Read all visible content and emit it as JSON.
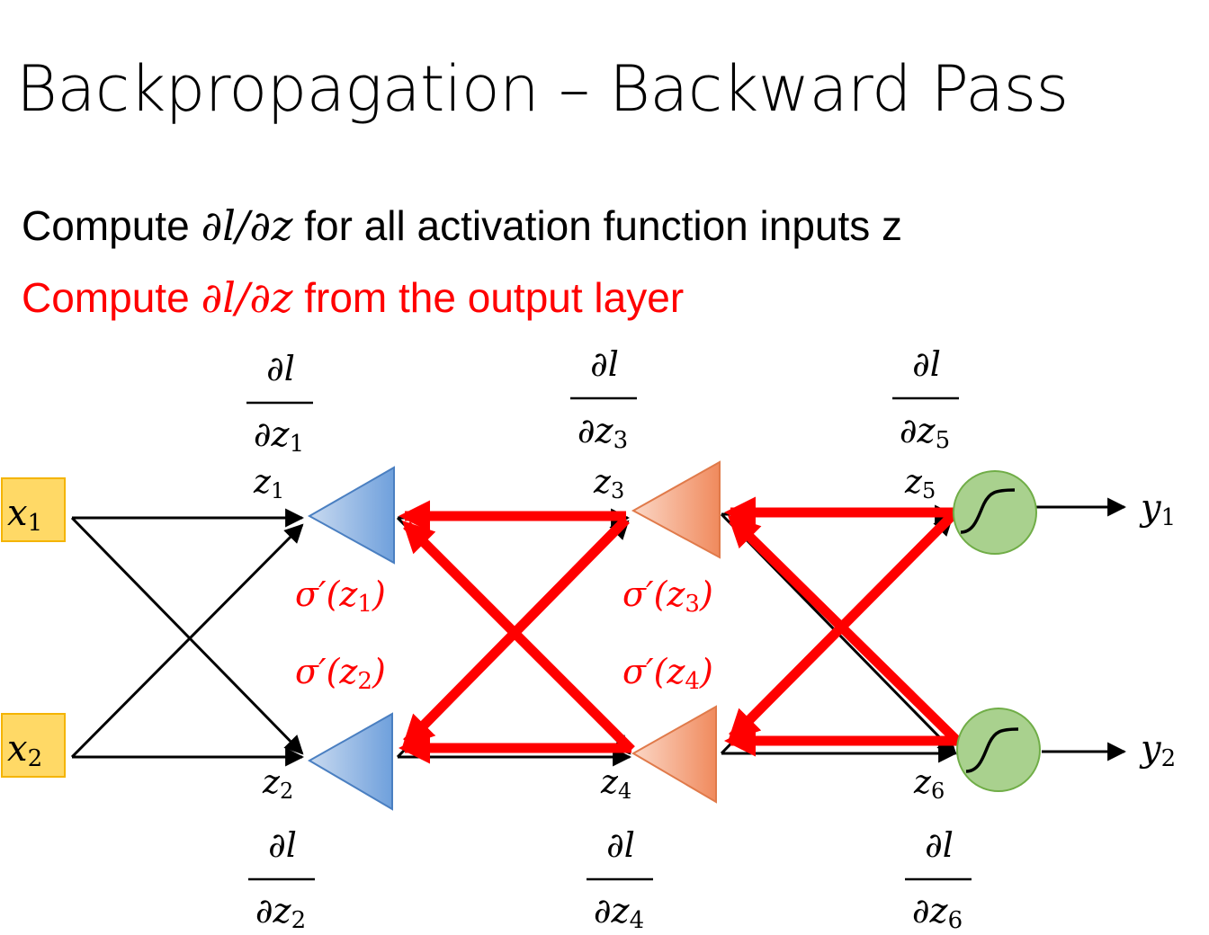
{
  "title": "Backpropagation – Backward Pass",
  "line1": {
    "prefix": "Compute ",
    "math": "∂l/∂z",
    "suffix": " for all activation function inputs z"
  },
  "line2": {
    "prefix": "Compute ",
    "math": "∂l/∂z",
    "suffix": " from the output layer"
  },
  "inputs": {
    "x1": {
      "base": "x",
      "sub": "1"
    },
    "x2": {
      "base": "x",
      "sub": "2"
    }
  },
  "outputs": {
    "y1": {
      "base": "y",
      "sub": "1"
    },
    "y2": {
      "base": "y",
      "sub": "2"
    }
  },
  "z_labels": {
    "z1": {
      "base": "z",
      "sub": "1"
    },
    "z2": {
      "base": "z",
      "sub": "2"
    },
    "z3": {
      "base": "z",
      "sub": "3"
    },
    "z4": {
      "base": "z",
      "sub": "4"
    },
    "z5": {
      "base": "z",
      "sub": "5"
    },
    "z6": {
      "base": "z",
      "sub": "6"
    }
  },
  "gradients": {
    "numerator": "∂l",
    "den_prefix": "∂z",
    "g1": "1",
    "g2": "2",
    "g3": "3",
    "g4": "4",
    "g5": "5",
    "g6": "6"
  },
  "sigma": {
    "prefix": "σ′(z",
    "suffix": ")",
    "s1": "1",
    "s2": "2",
    "s3": "3",
    "s4": "4"
  },
  "colors": {
    "accent_red": "#ff0000",
    "input_fill": "#ffd966",
    "input_stroke": "#f4b400",
    "blue_neuron": "#6fa0dc",
    "orange_neuron": "#f4a17c",
    "green_neuron": "#a9d18e"
  }
}
